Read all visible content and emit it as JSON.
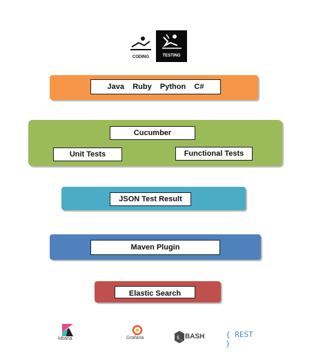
{
  "logos": {
    "coding_label": "CODING",
    "testing_label": "TESTING"
  },
  "layers": {
    "languages": {
      "label": "Java    Ruby    Python    C#",
      "color": "#f79646"
    },
    "frameworks": {
      "color": "#9bbb59",
      "cucumber_label": "Cucumber",
      "unit_label": "Unit Tests",
      "functional_label": "Functional Tests"
    },
    "results": {
      "label": "JSON Test Result",
      "color": "#4bacc6"
    },
    "plugin": {
      "label": "Maven Plugin",
      "color": "#4f81bd"
    },
    "storage": {
      "label": "Elastic Search",
      "color": "#c0504d"
    }
  },
  "footer": {
    "kibana_label": "kibana",
    "grafana_label": "Grafana",
    "bash_label": "BASH",
    "rest_label": "{ REST }",
    "kibana_colors": [
      "#e8478b",
      "#3ebeb0",
      "#222222"
    ],
    "grafana_color": "#f05a28",
    "bash_color": "#4a4a4a",
    "rest_color": "#3a8fd0"
  }
}
